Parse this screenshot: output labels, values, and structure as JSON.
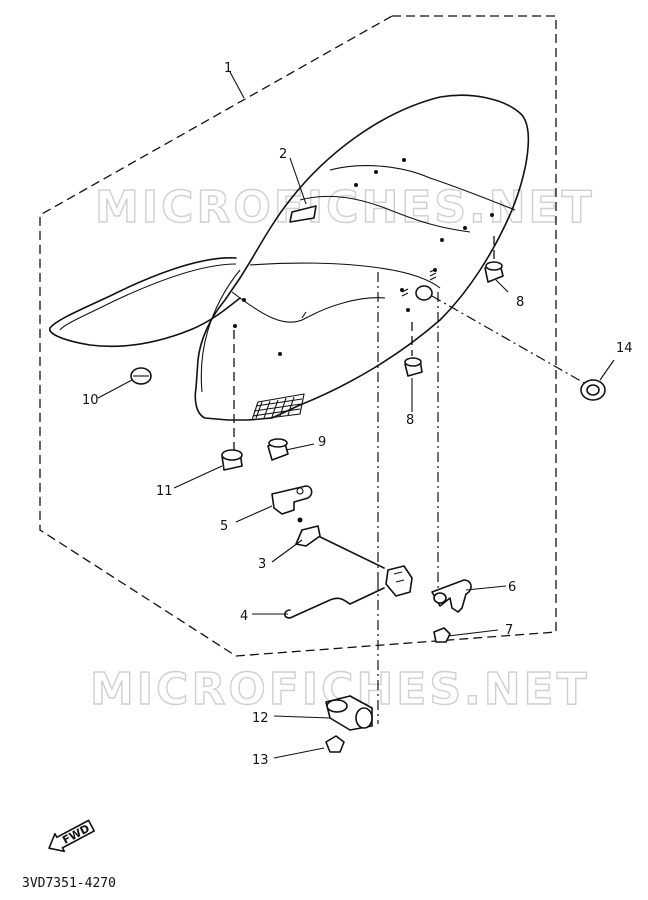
{
  "callouts": [
    "1",
    "2",
    "3",
    "4",
    "5",
    "6",
    "7",
    "8",
    "8",
    "9",
    "10",
    "11",
    "12",
    "13",
    "14"
  ],
  "watermark": "MICROFICHES.NET",
  "fwd_label": "FWD",
  "diagram_code": "3VD7351-4270"
}
